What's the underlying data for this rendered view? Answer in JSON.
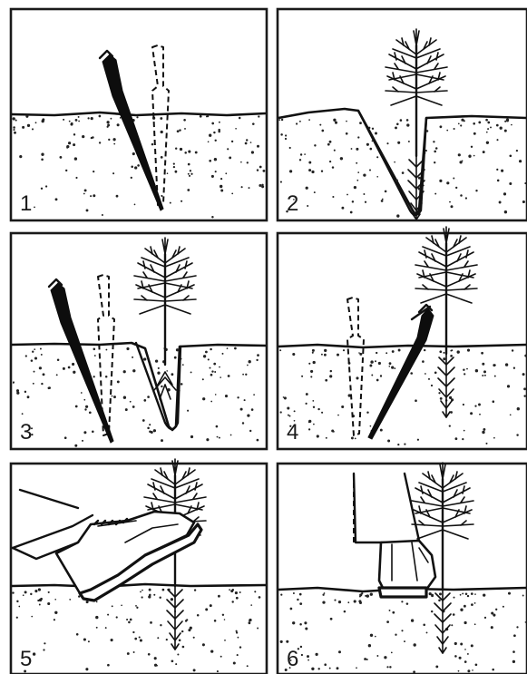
{
  "panels": [
    {
      "number": "1"
    },
    {
      "number": "2"
    },
    {
      "number": "3"
    },
    {
      "number": "4"
    },
    {
      "number": "5"
    },
    {
      "number": "6"
    }
  ]
}
